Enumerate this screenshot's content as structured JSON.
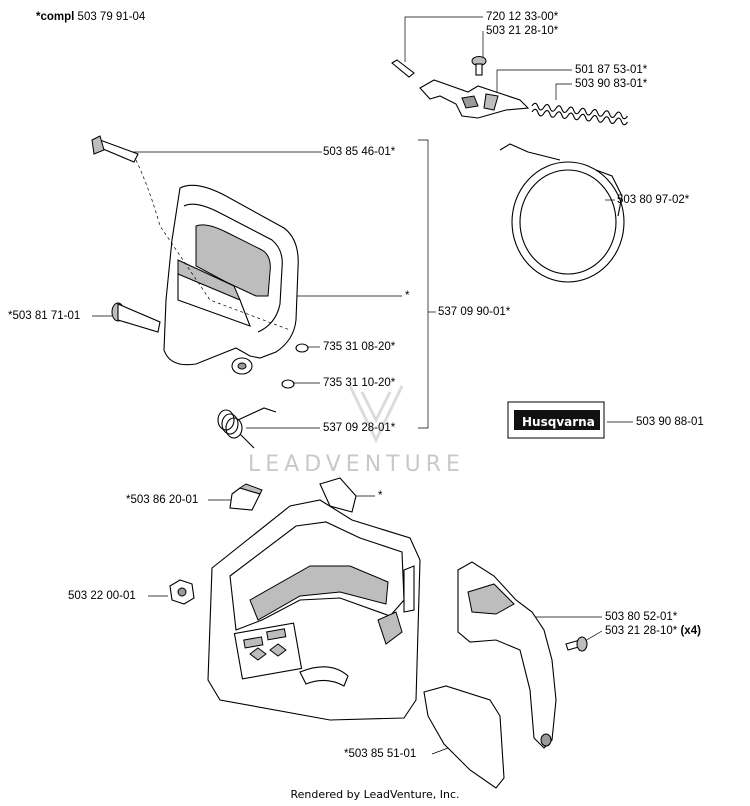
{
  "title": {
    "prefix": "*compl",
    "number": "503 79 91-04"
  },
  "labels": {
    "l_720_12_33_00": "720 12 33-00*",
    "l_503_21_28_10a": "503 21 28-10*",
    "l_501_87_53_01": "501 87 53-01*",
    "l_503_90_83_01": "503 90 83-01*",
    "l_503_85_46_01": "503 85 46-01*",
    "l_503_80_97_02": "503 80 97-02*",
    "l_star_cover": "*",
    "l_537_09_90_01": "537 09 90-01*",
    "l_503_81_71_01": "*503 81 71-01",
    "l_735_31_08_20": "735 31 08-20*",
    "l_735_31_10_20": "735 31 10-20*",
    "l_537_09_28_01": "537 09 28-01*",
    "l_503_90_88_01": "503 90 88-01",
    "l_503_86_20_01": "*503 86 20-01",
    "l_star_bracket": "*",
    "l_503_22_00_01": "503 22 00-01",
    "l_503_80_52_01": "503 80 52-01*",
    "l_503_21_28_10b": "503 21 28-10*",
    "l_x4": "(x4)",
    "l_503_85_51_01": "*503 85 51-01"
  },
  "logo": {
    "brand": "Husqvarna"
  },
  "watermark": "LEADVENTURE",
  "footer": "Rendered by LeadVenture, Inc."
}
